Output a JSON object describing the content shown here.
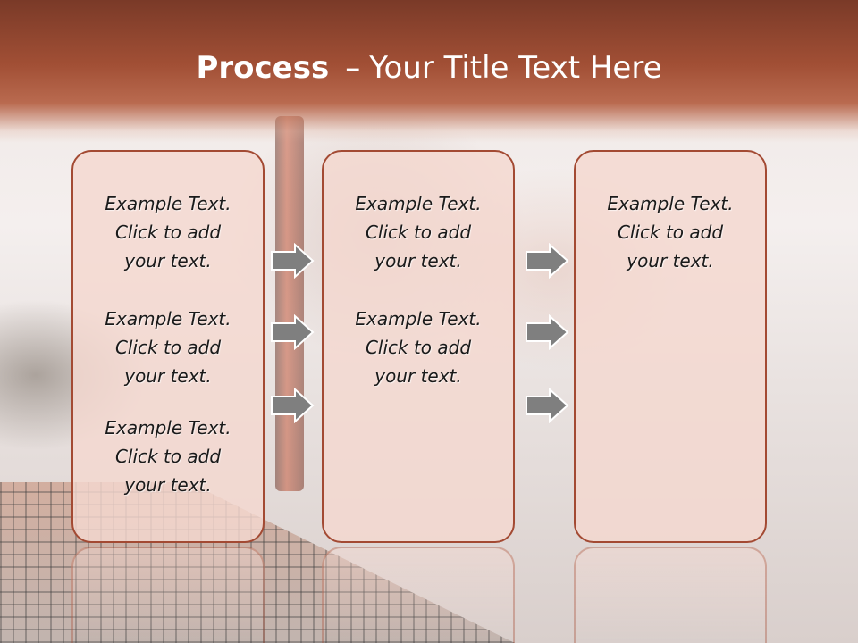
{
  "slide": {
    "title_bold": "Process",
    "title_separator": "–",
    "title_rest": "Your Title Text Here"
  },
  "columns": [
    {
      "items": [
        "Example Text.\nClick  to add\nyour text.",
        "Example Text.\nClick  to add\nyour text.",
        "Example Text.\nClick  to add\nyour text."
      ]
    },
    {
      "items": [
        "Example Text.\nClick  to add\nyour text.",
        "Example Text.\nClick  to add\nyour text."
      ]
    },
    {
      "items": [
        "Example Text.\nClick  to add\nyour text."
      ]
    }
  ],
  "colors": {
    "header": "#a14f35",
    "box_fill": "#f4d8d0",
    "box_border": "#a34a33",
    "arrow_fill": "#7f7f7f"
  }
}
